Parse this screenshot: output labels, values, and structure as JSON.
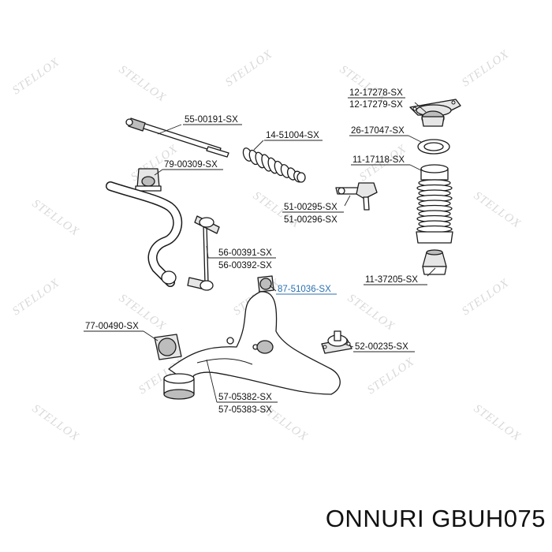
{
  "watermark": "STELLOX",
  "caption": "ONNURI GBUH075",
  "labels": {
    "top_mount_a": "12-17278-SX",
    "top_mount_b": "12-17279-SX",
    "tie_rod": "55-00191-SX",
    "boot": "14-51004-SX",
    "bearing": "26-17047-SX",
    "stab_bushing": "79-00309-SX",
    "shock_boot": "11-17118-SX",
    "tie_end_a": "51-00295-SX",
    "tie_end_b": "51-00296-SX",
    "link_a": "56-00391-SX",
    "link_b": "56-00392-SX",
    "bump_stop": "11-37205-SX",
    "arm_bushing": "87-51036-SX",
    "rear_bushing": "77-00490-SX",
    "ball_joint": "52-00235-SX",
    "arm_a": "57-05382-SX",
    "arm_b": "57-05383-SX"
  }
}
